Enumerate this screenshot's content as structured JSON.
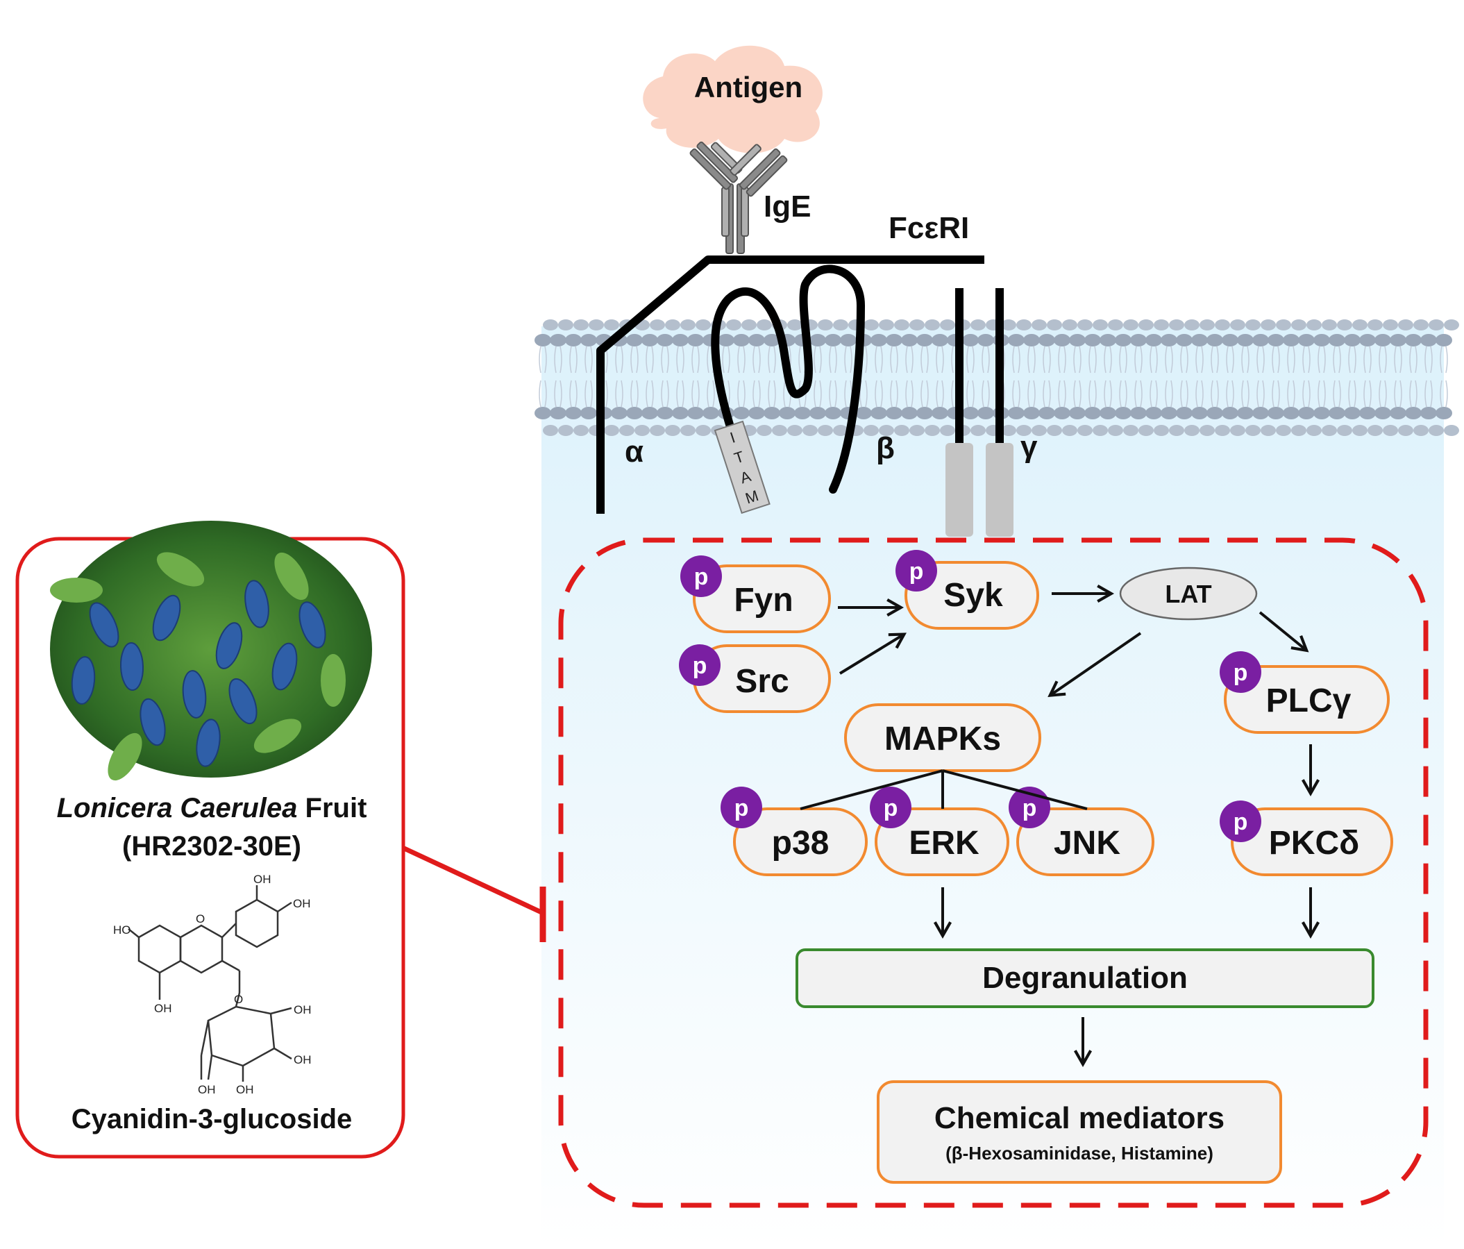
{
  "antigen": "Antigen",
  "ige": "IgE",
  "receptor": "FcεRI",
  "subunits": {
    "alpha": "α",
    "beta": "β",
    "gamma": "γ"
  },
  "itam": "ITAM",
  "phospho": "p",
  "nodes": {
    "fyn": "Fyn",
    "src": "Src",
    "syk": "Syk",
    "lat": "LAT",
    "mapks": "MAPKs",
    "plcg": "PLCγ",
    "p38": "p38",
    "erk": "ERK",
    "jnk": "JNK",
    "pkcd": "PKCδ",
    "degranulation": "Degranulation",
    "mediators": "Chemical mediators",
    "mediators_sub": "(β-Hexosaminidase, Histamine)"
  },
  "inhibitor": {
    "name_italic": "Lonicera Caerulea",
    "name_rest": " Fruit",
    "code": "(HR2302-30E)",
    "compound": "Cyanidin-3-glucoside"
  },
  "chem_labels": {
    "oh": "OH",
    "ho": "HO",
    "o_plus": "O",
    "o": "O"
  },
  "colors": {
    "pill_border": "#f28a30",
    "phospho": "#7a1fa2",
    "inhibition": "#e01b1b",
    "degranulation_border": "#3a8a2e",
    "antigen": "#fbd5c6",
    "membrane": "#9aa7b8"
  }
}
